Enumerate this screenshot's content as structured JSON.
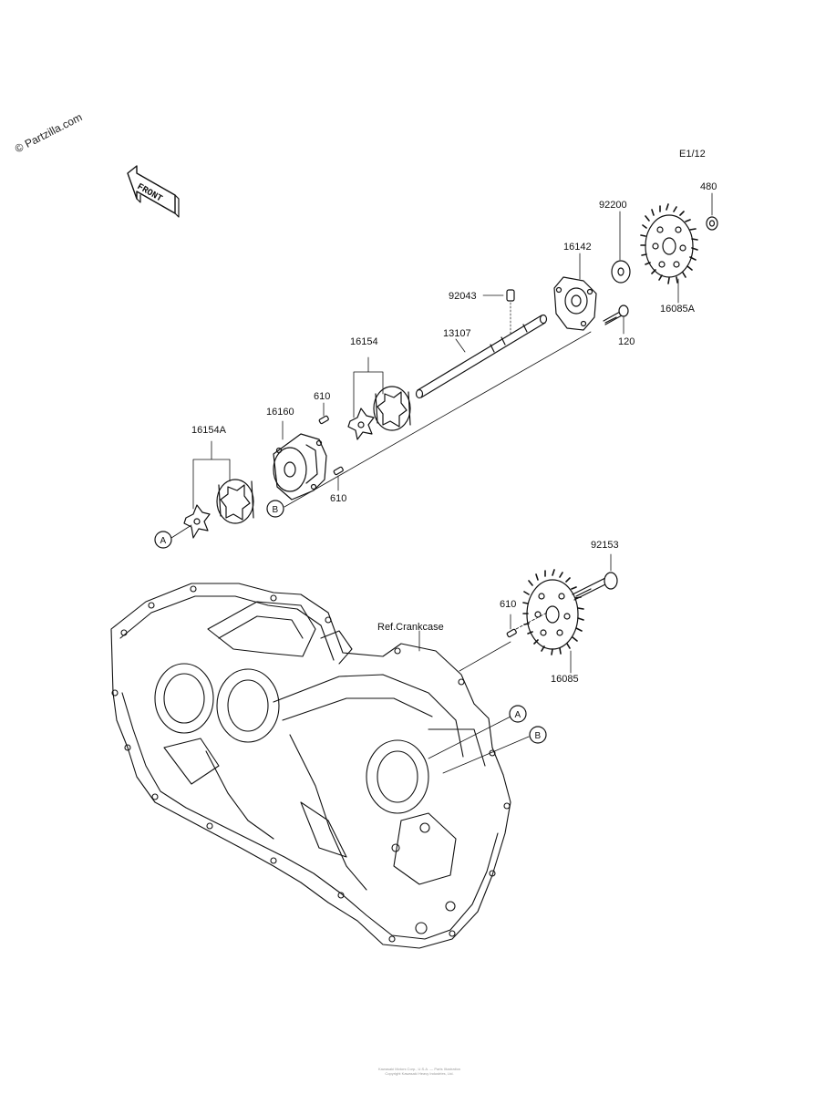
{
  "watermark": "© Partzilla.com",
  "diagram_code": "E1/12",
  "front_label": "FRONT",
  "ref_label": "Ref.Crankcase",
  "callouts": {
    "a": "A",
    "b": "B"
  },
  "parts": {
    "p480": "480",
    "p92200": "92200",
    "p16142": "16142",
    "p16085A": "16085A",
    "p92043": "92043",
    "p13107": "13107",
    "p120": "120",
    "p16154": "16154",
    "p610a": "610",
    "p16160": "16160",
    "p16154A": "16154A",
    "p610b": "610",
    "p92153": "92153",
    "p610c": "610",
    "p16085": "16085"
  },
  "footer_line1": "Kawasaki Motors Corp., U.S.A. — Parts Illustration",
  "footer_line2": "Copyright Kawasaki Heavy Industries, Ltd."
}
